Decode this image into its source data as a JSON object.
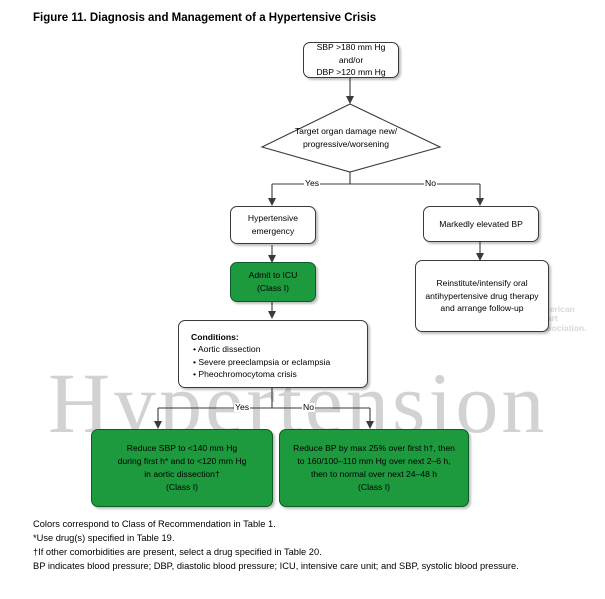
{
  "title": "Figure 11. Diagnosis and Management of a Hypertensive Crisis",
  "nodes": {
    "start": [
      "SBP >180 mm Hg and/or",
      "DBP >120 mm Hg"
    ],
    "decision": [
      "Target organ damage new/",
      "progressive/worsening"
    ],
    "emergency": [
      "Hypertensive",
      "emergency"
    ],
    "elevated": [
      "Markedly elevated BP"
    ],
    "icu": [
      "Admit to ICU",
      "(Class I)"
    ],
    "oral": [
      "Reinstitute/intensify oral",
      "antihypertensive drug therapy",
      "and arrange follow-up"
    ],
    "conditions": {
      "header": "Conditions:",
      "items": [
        "Aortic dissection",
        "Severe preeclampsia or eclampsia",
        "Pheochromocytoma crisis"
      ]
    },
    "reduce_sbp": [
      "Reduce SBP to <140 mm Hg",
      "during first h* and to <120 mm Hg",
      "in aortic dissection†",
      "(Class I)"
    ],
    "reduce_bp": [
      "Reduce BP by max 25% over first h†, then",
      "to 160/100–110 mm Hg over next 2–6 h,",
      "then to normal over next 24–48 h",
      "(Class I)"
    ]
  },
  "labels": {
    "yes1": "Yes",
    "no1": "No",
    "yes2": "Yes",
    "no2": "No"
  },
  "watermark": "Hypertension",
  "logo": [
    "American",
    "Heart",
    "Association."
  ],
  "notes": [
    "Colors correspond to Class of Recommendation in Table 1.",
    "*Use drug(s) specified in Table 19.",
    "†If other comorbidities are present, select a drug specified in Table 20.",
    "BP indicates blood pressure; DBP, diastolic blood pressure; ICU, intensive care unit; and SBP, systolic blood pressure."
  ],
  "colors": {
    "class_i_green": "#1e9a3e",
    "border": "#3a3a3a",
    "watermark": "#d2d2d2"
  }
}
